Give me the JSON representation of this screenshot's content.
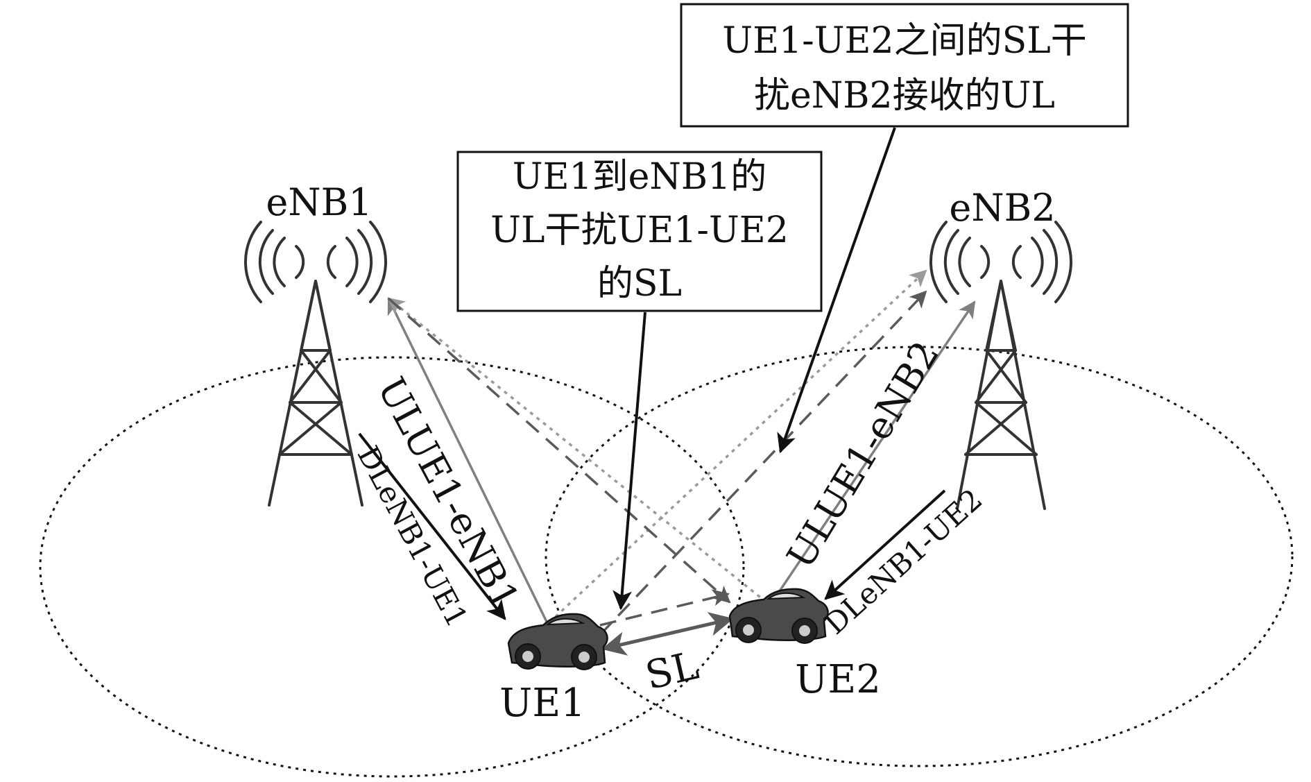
{
  "nodes": {
    "enb1": "eNB1",
    "enb2": "eNB2",
    "ue1": "UE1",
    "ue2": "UE2"
  },
  "links": {
    "ul_ue1_enb1": "ULUE1-eNB1",
    "dl_enb1_ue1": "DLeNB1-UE1",
    "ul_ue1_enb2": "ULUE1-eNB2",
    "dl_enb1_ue2": "DLeNB1-UE2",
    "sl": "SL"
  },
  "callouts": {
    "left": {
      "lines": [
        "UE1到eNB1的",
        "UL干扰UE1-UE2",
        "的SL"
      ]
    },
    "right": {
      "lines": [
        "UE1-UE2之间的SL干",
        "扰eNB2接收的UL"
      ]
    }
  },
  "colors": {
    "black": "#111111",
    "mid_gray": "#7f7f7f",
    "dark_gray": "#5a5a5a",
    "light_gray": "#9a9a9a",
    "car_body": "#4a4a4a"
  }
}
